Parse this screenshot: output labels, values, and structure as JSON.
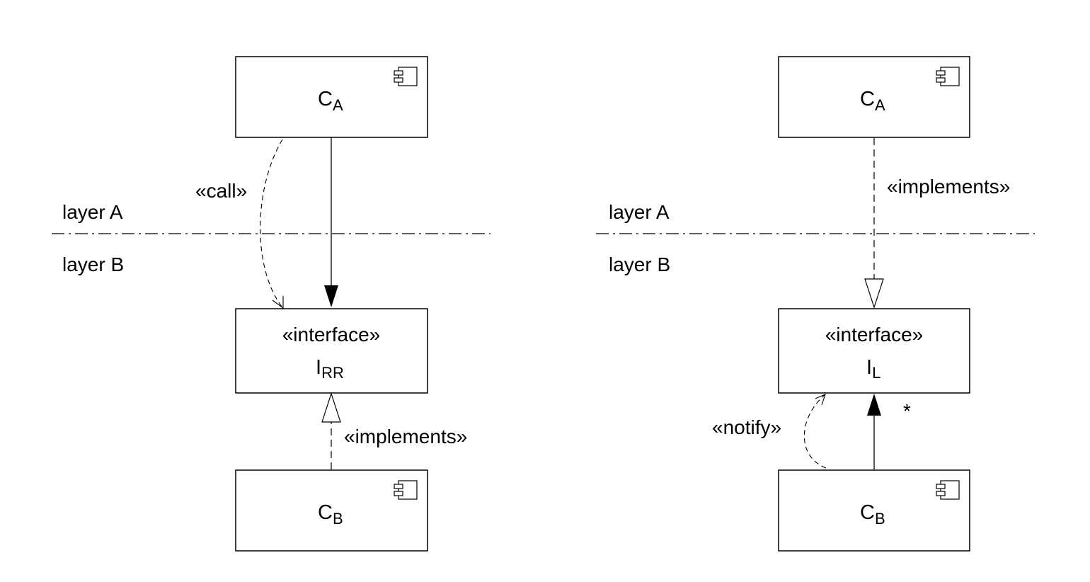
{
  "left": {
    "layer_top": "layer A",
    "layer_bottom": "layer B",
    "top_component": {
      "name": "C",
      "subscript": "A"
    },
    "interface": {
      "stereotype": "«interface»",
      "name": "I",
      "subscript": "RR"
    },
    "bottom_component": {
      "name": "C",
      "subscript": "B"
    },
    "call_label": "«call»",
    "implements_label": "«implements»"
  },
  "right": {
    "layer_top": "layer A",
    "layer_bottom": "layer B",
    "top_component": {
      "name": "C",
      "subscript": "A"
    },
    "interface": {
      "stereotype": "«interface»",
      "name": "I",
      "subscript": "L"
    },
    "bottom_component": {
      "name": "C",
      "subscript": "B"
    },
    "implements_label": "«implements»",
    "notify_label": "«notify»",
    "multiplicity": "*"
  },
  "icons": {
    "component": "uml-component-icon"
  }
}
